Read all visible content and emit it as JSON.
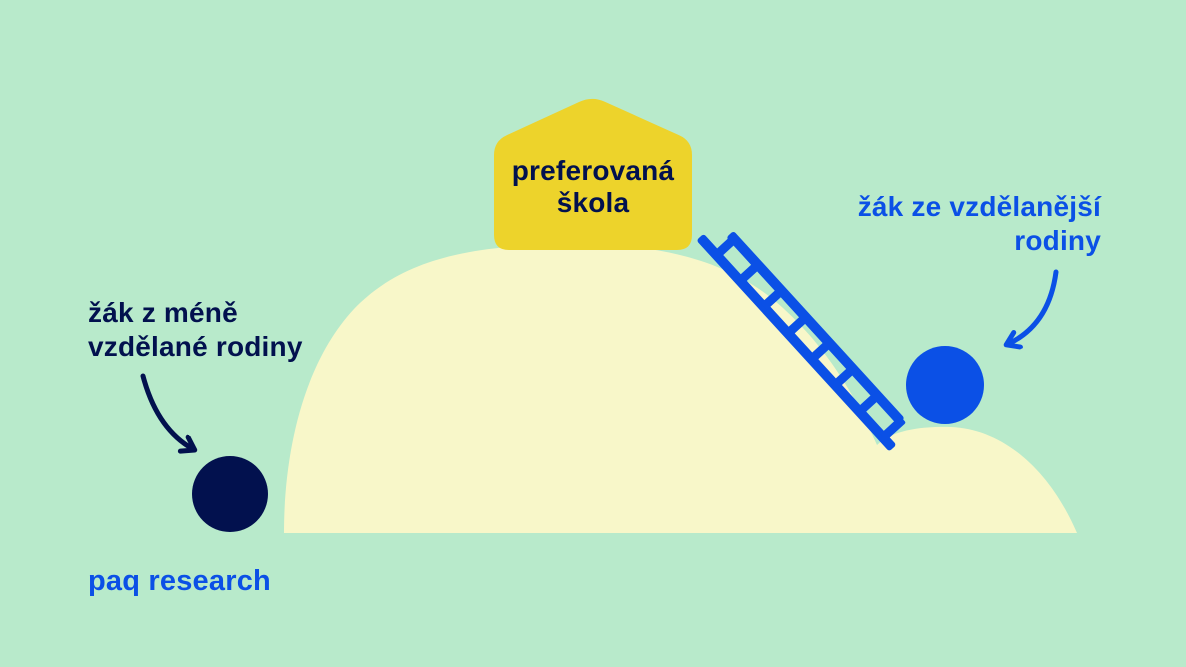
{
  "illustration": {
    "school": {
      "label_line1": "preferovaná",
      "label_line2": "škola"
    },
    "left_student": {
      "label_line1": "žák z méně",
      "label_line2": "vzdělané rodiny"
    },
    "right_student": {
      "label_line1": "žák ze vzdělanější",
      "label_line2": "rodiny"
    }
  },
  "brand": {
    "name": "paq research"
  },
  "colors": {
    "background_mint": "#b8eacb",
    "hill_cream": "#f8f7c9",
    "house_yellow": "#edd32b",
    "navy": "#02114e",
    "blue": "#0b50e6"
  }
}
